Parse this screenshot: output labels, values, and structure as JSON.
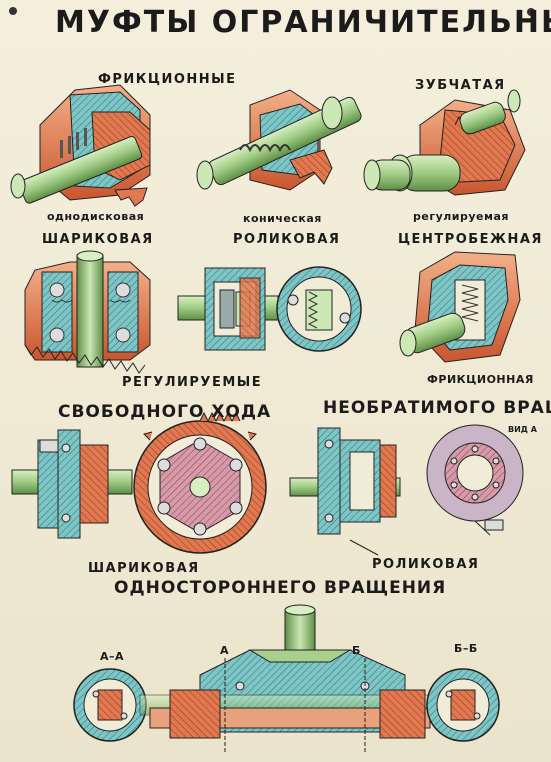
{
  "poster": {
    "title": "МУФТЫ ОГРАНИЧИТЕЛЬНЫЕ",
    "sections": {
      "friction": "ФРИКЦИОННЫЕ",
      "gear": "ЗУБЧАТАЯ",
      "freewheel": "СВОБОДНОГО ХОДА",
      "irreversible": "НЕОБРАТИМОГО ВРАЩЕНИЯ",
      "one_way": "ОДНОСТОРОННЕГО ВРАЩЕНИЯ"
    },
    "labels": {
      "single_disc": "однодисковая",
      "conical": "коническая",
      "adjustable_single": "регулируемая",
      "ball": "ШАРИКОВАЯ",
      "roller": "РОЛИКОВАЯ",
      "centrifugal": "ЦЕНТРОБЕЖНАЯ",
      "adjustable_plural": "РЕГУЛИРУЕМЫЕ",
      "friction_single": "ФРИКЦИОННАЯ",
      "ball_lower": "ШАРИКОВАЯ",
      "roller_lower": "РОЛИКОВАЯ",
      "view_a": "ВИД А",
      "section_aa": "А–А",
      "section_bb": "Б–Б",
      "marker_a": "А",
      "marker_b": "Б"
    },
    "colors": {
      "paper": "#f1ecd8",
      "green": "#a9cf8e",
      "teal": "#7ec5c5",
      "orange": "#e2784f",
      "pink": "#d99aa8",
      "gray": "#b5b2ad",
      "ink": "#1b1b1b"
    }
  }
}
